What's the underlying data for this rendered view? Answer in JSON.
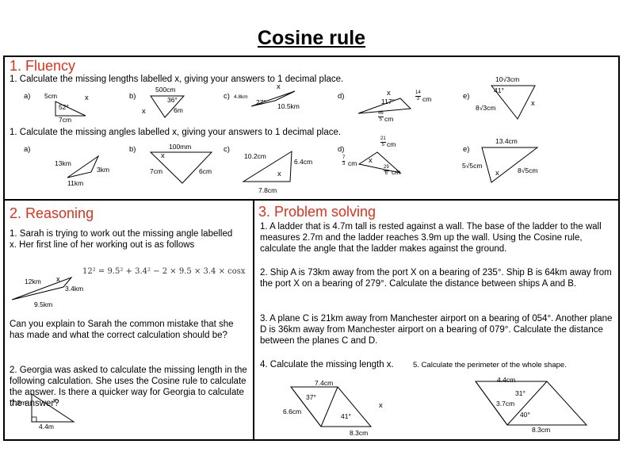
{
  "title": "Cosine rule",
  "fluency": {
    "heading": "1. Fluency",
    "q1": "1.  Calculate the missing lengths labelled x, giving your answers to 1 decimal place.",
    "q2": "1.  Calculate the missing angles labelled x, giving your answers to 1 decimal place.",
    "lengths": {
      "a": {
        "letter": "a)",
        "side1": "5cm",
        "angle": "52°",
        "side2": "7cm",
        "x": "x"
      },
      "b": {
        "letter": "b)",
        "side1": "500cm",
        "angle": "36°",
        "side2": "6m",
        "x": "x"
      },
      "c": {
        "letter": "c)",
        "side1": "4.8km",
        "angle": "27°",
        "side2": "10.5km",
        "x": "x"
      },
      "d": {
        "letter": "d)",
        "x": "x",
        "angle": "117°",
        "frac1_num": "14",
        "frac1_den": "3",
        "unit1": "cm",
        "frac2_num": "46",
        "frac2_den": "5",
        "unit2": "cm"
      },
      "e": {
        "letter": "e)",
        "side1": "10√3cm",
        "angle": "41°",
        "side2": "8√3cm",
        "x": "x"
      }
    },
    "angles": {
      "a": {
        "letter": "a)",
        "side1": "13km",
        "side2": "3km",
        "side3": "11km"
      },
      "b": {
        "letter": "b)",
        "side1": "100mm",
        "x": "x",
        "side2": "7cm",
        "side3": "6cm"
      },
      "c": {
        "letter": "c)",
        "side1": "10.2cm",
        "side2": "6.4cm",
        "x": "x",
        "side3": "7.8cm"
      },
      "d": {
        "letter": "d)",
        "frac1_num": "21",
        "frac1_den": "5",
        "unit1": "cm",
        "frac2_num": "7",
        "frac2_den": "3",
        "unit2": "cm",
        "x": "x",
        "frac3_num": "29",
        "frac3_den": "6",
        "unit3": "cm"
      },
      "e": {
        "letter": "e)",
        "side1": "13.4cm",
        "side2": "5√5cm",
        "x": "x",
        "side3": "8√5cm"
      }
    }
  },
  "reasoning": {
    "heading": "2. Reasoning",
    "q1": "1.  Sarah is trying to work out the missing angle labelled x. Her first line of her working out is as follows",
    "equation": "12² = 9.5² + 3.4² − 2 × 9.5 × 3.4 × cosx",
    "diagram1": {
      "side1": "12km",
      "x": "x",
      "side2": "3.4km",
      "side3": "9.5km"
    },
    "q1b": "Can you explain to Sarah the common mistake that she has made and what the correct calculation should be?",
    "q2a": "2.  Georgia was asked to calculate the missing length in the following calculation. She uses the Cosine rule to calculate the answer. Is there a quicker way for Georgia to calculate the answer?",
    "diagram2": {
      "side1": "7.2m",
      "x": "x",
      "side2": "4.4m"
    }
  },
  "problem_solving": {
    "heading": "3. Problem solving",
    "q1": "1.  A ladder that is 4.7m tall is rested against a wall. The base of the ladder to the wall measures 2.7m and the ladder reaches 3.9m up the wall. Using the Cosine rule, calculate the angle that the ladder makes against the ground.",
    "q2": "2.  Ship A is 73km away from the port X on a bearing of 235°. Ship B is 64km away from the port X on a bearing of 279°. Calculate the distance between ships  A and B.",
    "q3": "3.  A plane C is 21km away from Manchester airport on a bearing of 054°. Another plane D is 36km away from Manchester airport on a bearing of 079°. Calculate the distance between the planes C and D.",
    "q4": "4.  Calculate the missing length x.",
    "q5": "5. Calculate the perimeter of the whole shape.",
    "diagram4": {
      "side1": "7.4cm",
      "angle1": "37°",
      "side2": "6.6cm",
      "angle2": "41°",
      "x": "x",
      "side3": "8.3cm"
    },
    "diagram5": {
      "side1": "4.4cm",
      "angle1": "31°",
      "side2": "3.7cm",
      "angle2": "40°",
      "side3": "8.3cm"
    }
  }
}
